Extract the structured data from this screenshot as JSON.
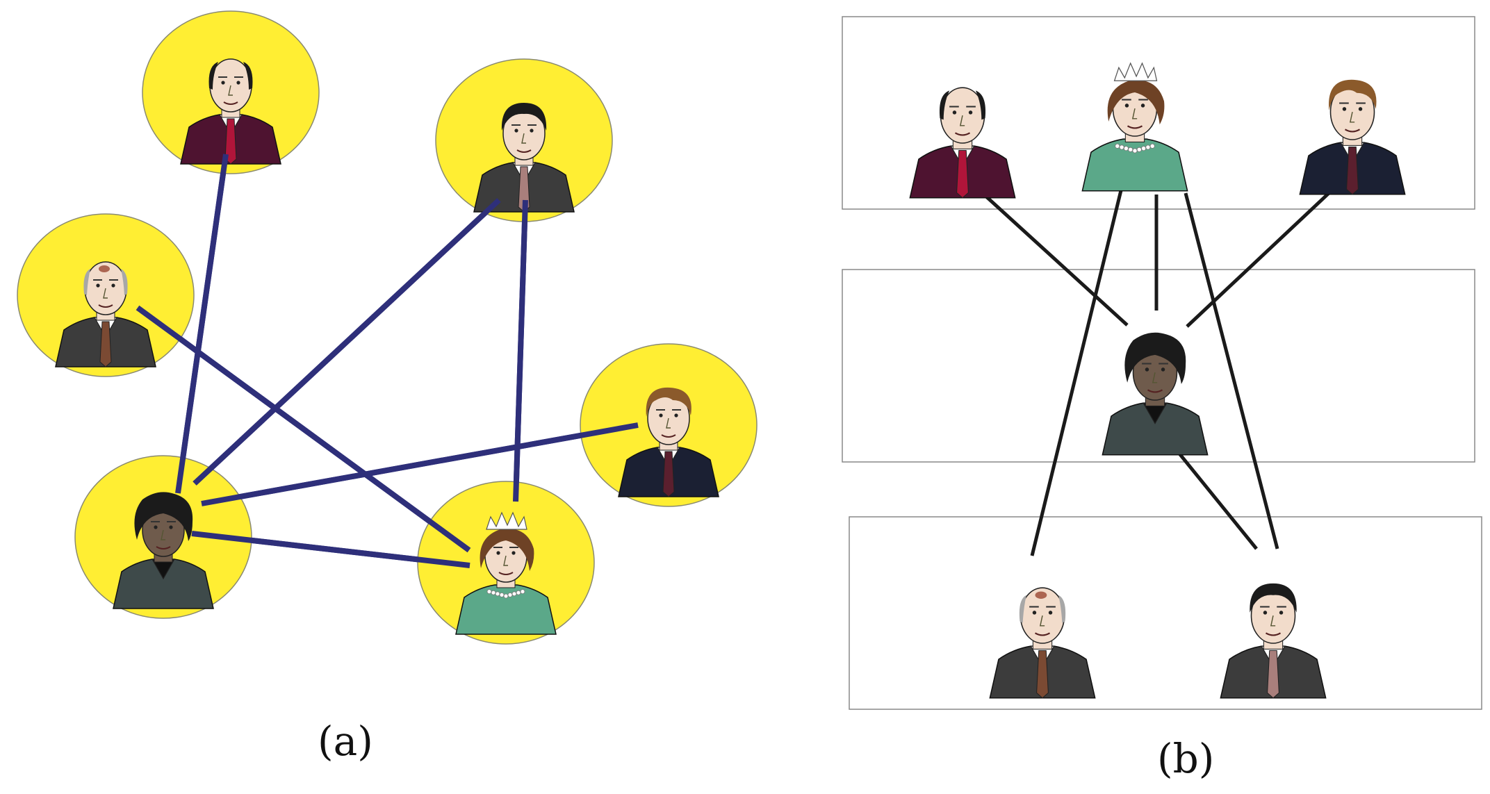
{
  "captions": {
    "a": "(a)",
    "b": "(b)"
  },
  "colors": {
    "node_fill": "#FFEE33",
    "node_stroke": "#8a8a70",
    "edge_a": "#2E2F7A",
    "edge_b": "#1a1a1a",
    "panel_stroke": "#888888",
    "skin": "#F2DCCB",
    "skin_dark": "#6F5B4C",
    "hair_grey": "#A7A7A7",
    "hair_dark": "#1B1B1B",
    "hair_brown": "#8B5A2B",
    "hair_auburn": "#6E4225",
    "suit_maroon": "#4E1330",
    "suit_grey": "#3C3C3C",
    "suit_navy": "#1B2033",
    "jacket_slate": "#3E4A4A",
    "dress_teal": "#5BA889",
    "tie_red": "#B0153A",
    "tie_mauve": "#A97F7C",
    "tie_wine": "#5B1F2E",
    "tie_brown": "#7B4A33"
  },
  "people": [
    {
      "id": "p1",
      "icon": "bald-man-maroon-suit-portrait"
    },
    {
      "id": "p2",
      "icon": "dark-haired-man-grey-suit-portrait"
    },
    {
      "id": "p3",
      "icon": "man-with-birthmark-portrait"
    },
    {
      "id": "p4",
      "icon": "grey-haired-man-navy-suit-portrait"
    },
    {
      "id": "p5",
      "icon": "curly-haired-man-portrait"
    },
    {
      "id": "p6",
      "icon": "queen-with-tiara-portrait"
    }
  ],
  "graph_a": {
    "layout": "circles",
    "edges": [
      [
        "p1",
        "p5"
      ],
      [
        "p3",
        "p6"
      ],
      [
        "p2",
        "p5"
      ],
      [
        "p2",
        "p6"
      ],
      [
        "p4",
        "p5"
      ],
      [
        "p5",
        "p6"
      ]
    ]
  },
  "graph_b": {
    "layout": "three-stacked-panels",
    "panels": [
      {
        "members": [
          "p1",
          "p6",
          "p4"
        ]
      },
      {
        "members": [
          "p5"
        ]
      },
      {
        "members": [
          "p3",
          "p2"
        ]
      }
    ],
    "edges": [
      [
        "p1",
        "p5"
      ],
      [
        "p6",
        "p5"
      ],
      [
        "p4",
        "p5"
      ],
      [
        "p6",
        "p3"
      ],
      [
        "p6",
        "p2"
      ],
      [
        "p5",
        "p2"
      ]
    ]
  }
}
